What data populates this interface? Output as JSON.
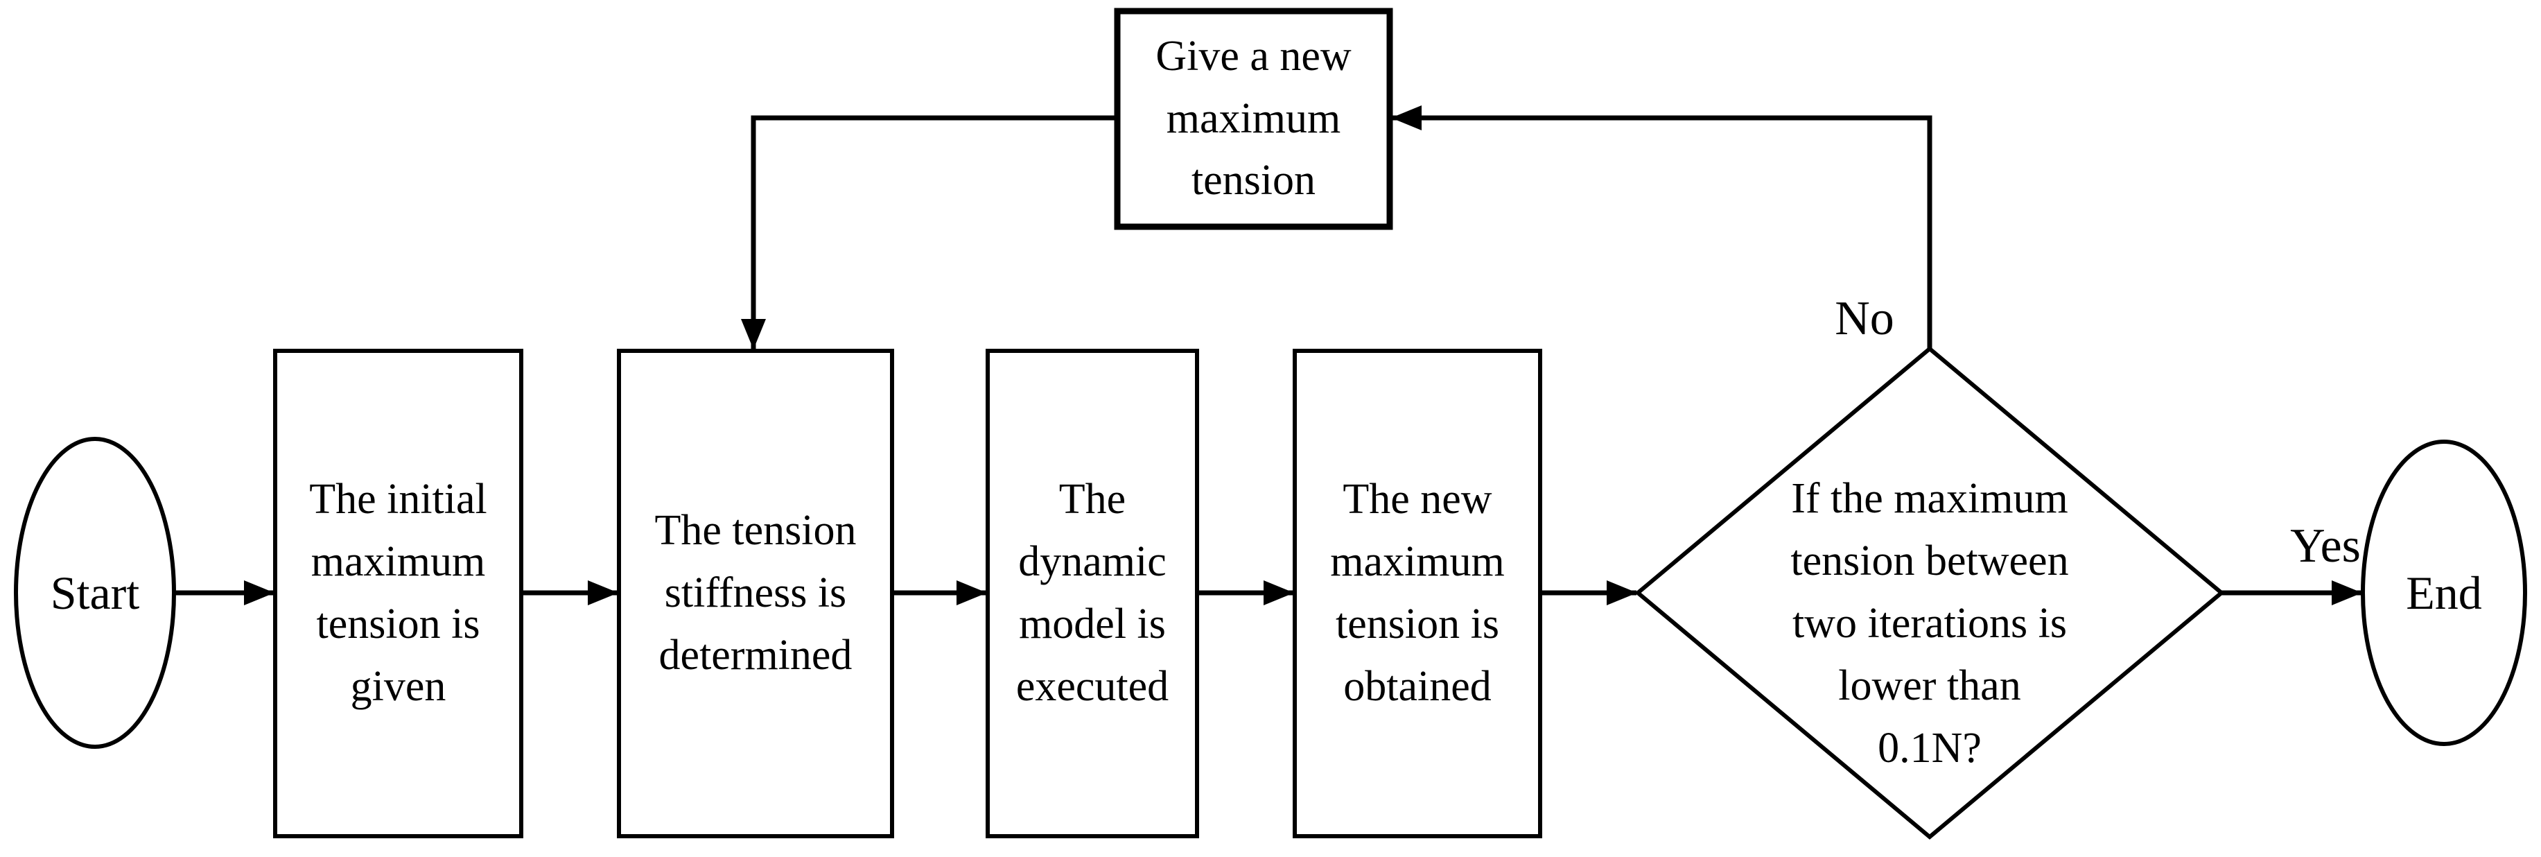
{
  "flowchart": {
    "start": {
      "label": "Start"
    },
    "processes": [
      {
        "label": "The initial\nmaximum\ntension is\ngiven"
      },
      {
        "label": "The tension\nstiffness is\ndetermined"
      },
      {
        "label": "The\ndynamic\nmodel is\nexecuted"
      },
      {
        "label": "The new\nmaximum\ntension is\nobtained"
      }
    ],
    "decision": {
      "label": "If the maximum\ntension between\ntwo iterations is\nlower than\n0.1N?"
    },
    "feedback": {
      "label": "Give a new\nmaximum\ntension"
    },
    "end": {
      "label": "End"
    },
    "branch_labels": {
      "yes": "Yes",
      "no": "No"
    },
    "colors": {
      "stroke": "#000000",
      "background": "#ffffff"
    }
  }
}
